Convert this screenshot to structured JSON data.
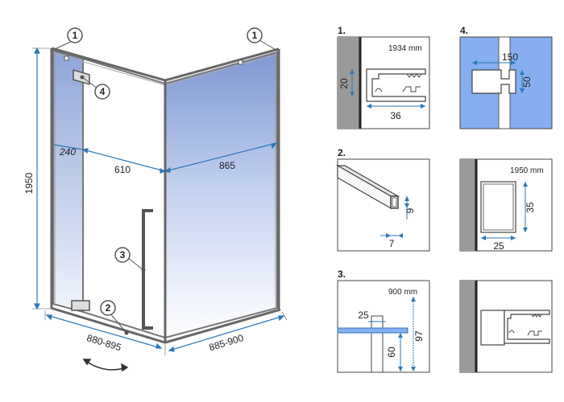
{
  "main": {
    "dims": {
      "height": "1950",
      "door_fixed": "240",
      "door_width": "610",
      "side_width": "865",
      "front_range": "880-895",
      "side_range": "885-900"
    },
    "callouts": [
      "1",
      "1",
      "4",
      "3",
      "2"
    ]
  },
  "details": {
    "d1": {
      "num": "1.",
      "size": "1934 mm",
      "h": "20",
      "w": "36"
    },
    "d2": {
      "num": "2.",
      "h": "9",
      "w": "7"
    },
    "d3": {
      "num": "3.",
      "size": "900 mm",
      "a": "25",
      "b": "60",
      "c": "97"
    },
    "d4": {
      "num": "4.",
      "w": "150",
      "h": "50"
    },
    "d5": {
      "size": "1950 mm",
      "h": "35",
      "w": "25"
    }
  },
  "colors": {
    "glass": "#8fa8d8",
    "frame": "#666666",
    "accent": "#3a7fc0",
    "wall": "#999999"
  }
}
